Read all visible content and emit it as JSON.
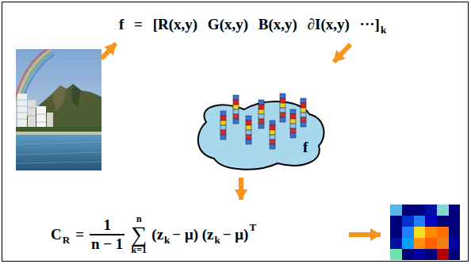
{
  "diagram": {
    "nodes": [
      {
        "text": [
          "f"
        ]
      }
    ],
    "labels": [
      "f = [R(x,y) G(x,y) B(x,y) ∂I(x,y) ···]",
      "k",
      "C",
      "R",
      "=",
      "1",
      "n − 1",
      "n",
      "∑",
      "k=1",
      "(z",
      "k",
      "− μ) (z",
      "k",
      "− μ)",
      "T"
    ]
  }
}
